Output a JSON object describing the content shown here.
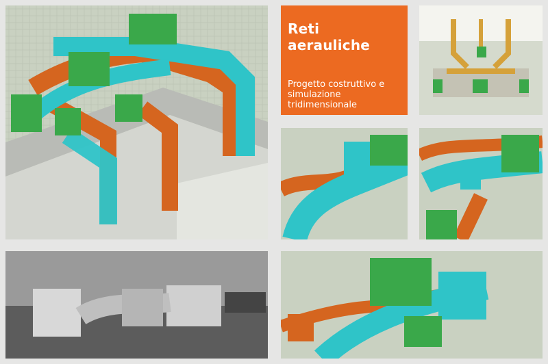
{
  "title_card": {
    "title": "Reti aerauliche",
    "subtitle": "Progetto costruttivo e simulazione tridimensionale"
  },
  "images": [
    {
      "id": "main-render",
      "depicts": "rooftop air handling units with cyan and orange ductwork, 3D render"
    },
    {
      "id": "plan-view",
      "depicts": "top plan view of ductwork layout"
    },
    {
      "id": "detail-left",
      "depicts": "close-up render of cyan and orange ducts"
    },
    {
      "id": "detail-right",
      "depicts": "close-up render of cyan duct and green units"
    },
    {
      "id": "photo-built",
      "depicts": "black and white photo of installed rooftop ductwork"
    },
    {
      "id": "render-bottom",
      "depicts": "3D render of green unit with ducts"
    }
  ],
  "colors": {
    "background": "#e6e6e5",
    "accent_orange": "#ec6a21",
    "duct_cyan": "#2fc4c8",
    "duct_orange": "#d5651f",
    "unit_green": "#3aa84a",
    "roof_tile": "#cfd6c5"
  }
}
